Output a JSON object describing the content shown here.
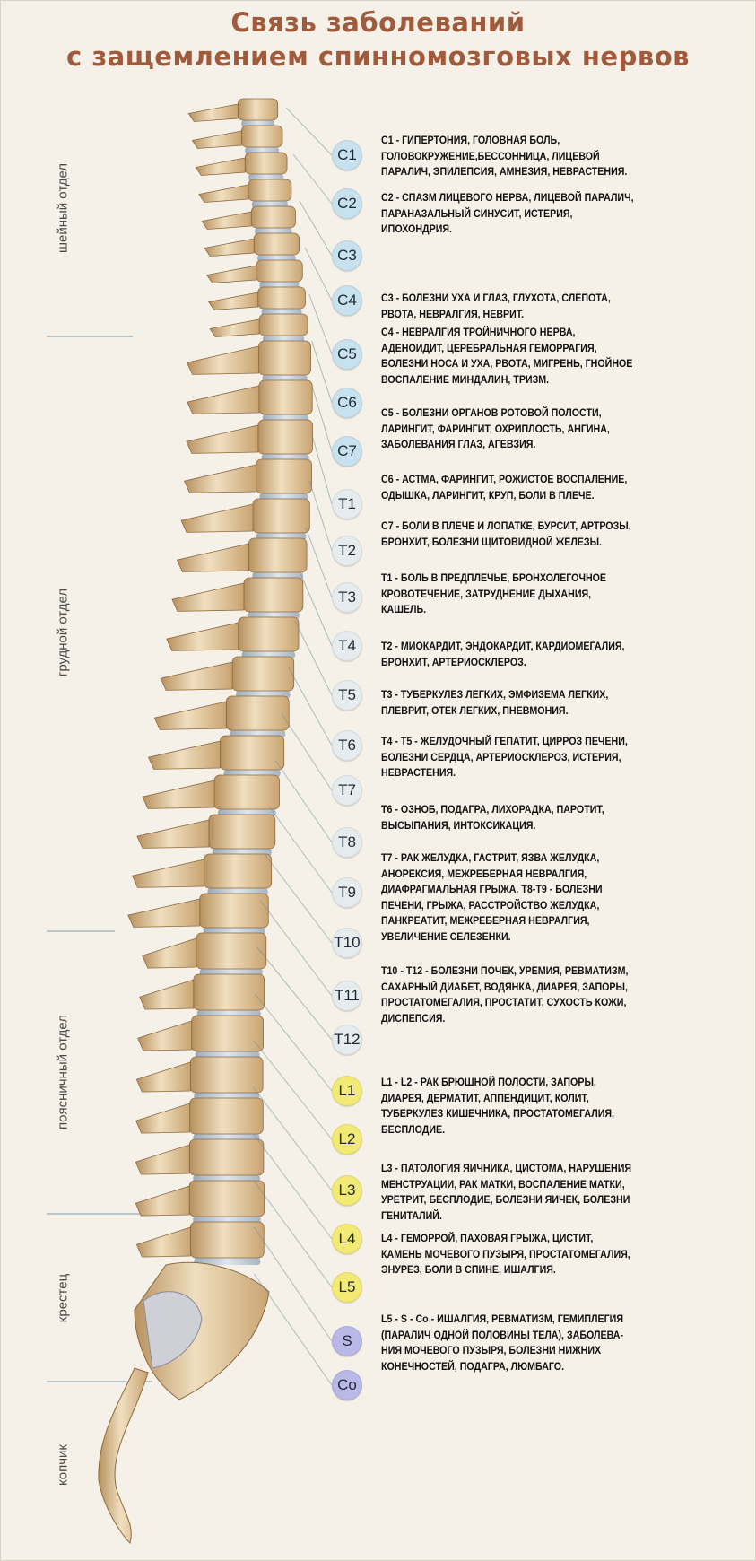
{
  "title_line1": "Связь заболеваний",
  "title_line2": "с защемлением спинномозговых нервов",
  "sections": {
    "cervical": "шейный отдел",
    "thoracic": "грудной отдел",
    "lumbar": "поясничный отдел",
    "sacrum": "крестец",
    "coccyx": "копчик"
  },
  "vertebrae": [
    "C1",
    "C2",
    "C3",
    "C4",
    "C5",
    "C6",
    "C7",
    "T1",
    "T2",
    "T3",
    "T4",
    "T5",
    "T6",
    "T7",
    "T8",
    "T9",
    "T10",
    "T11",
    "T12",
    "L1",
    "L2",
    "L3",
    "L4",
    "L5",
    "S",
    "Co"
  ],
  "descriptions": [
    "С1 - ГИПЕРТОНИЯ, ГОЛОВНАЯ БОЛЬ,\nГОЛОВОКРУЖЕНИЕ,БЕССОННИЦА, ЛИЦЕВОЙ\nПАРАЛИЧ, ЭПИЛЕПСИЯ, АМНЕЗИЯ, НЕВРАСТЕНИЯ.",
    "С2 - СПАЗМ ЛИЦЕВОГО НЕРВА, ЛИЦЕВОЙ ПАРАЛИЧ,\nПАРАНАЗАЛЬНЫЙ СИНУСИТ, ИСТЕРИЯ,\nИПОХОНДРИЯ.",
    "С3 - БОЛЕЗНИ УХА И ГЛАЗ, ГЛУХОТА, СЛЕПОТА,\nРВОТА, НЕВРАЛГИЯ, НЕВРИТ.",
    "С4 - НЕВРАЛГИЯ ТРОЙНИЧНОГО НЕРВА,\nАДЕНОИДИТ, ЦЕРЕБРАЛЬНАЯ ГЕМОРРАГИЯ,\nБОЛЕЗНИ НОСА И УХА, РВОТА, МИГРЕНЬ, ГНОЙНОЕ\nВОСПАЛЕНИЕ МИНДАЛИН, ТРИЗМ.",
    "С5 - БОЛЕЗНИ ОРГАНОВ РОТОВОЙ ПОЛОСТИ,\nЛАРИНГИТ, ФАРИНГИТ, ОХРИПЛОСТЬ, АНГИНА,\nЗАБОЛЕВАНИЯ ГЛАЗ, АГЕВЗИЯ.",
    "С6 - АСТМА, ФАРИНГИТ, РОЖИСТОЕ ВОСПАЛЕНИЕ,\nОДЫШКА, ЛАРИНГИТ, КРУП, БОЛИ В ПЛЕЧЕ.",
    "С7 - БОЛИ В ПЛЕЧЕ И ЛОПАТКЕ, БУРСИТ, АРТРОЗЫ,\nБРОНХИТ, БОЛЕЗНИ ЩИТОВИДНОЙ ЖЕЛЕЗЫ.",
    "Т1 - БОЛЬ В ПРЕДПЛЕЧЬЕ, БРОНХОЛЕГОЧНОЕ\nКРОВОТЕЧЕНИЕ, ЗАТРУДНЕНИЕ ДЫХАНИЯ,\nКАШЕЛЬ.",
    "Т2 - МИОКАРДИТ, ЭНДОКАРДИТ, КАРДИОМЕГАЛИЯ,\nБРОНХИТ, АРТЕРИОСКЛЕРОЗ.",
    "Т3 - ТУБЕРКУЛЕЗ ЛЕГКИХ, ЭМФИЗЕМА ЛЕГКИХ,\nПЛЕВРИТ, ОТЕК ЛЕГКИХ, ПНЕВМОНИЯ.",
    "Т4 - Т5 - ЖЕЛУДОЧНЫЙ ГЕПАТИТ, ЦИРРОЗ ПЕЧЕНИ,\nБОЛЕЗНИ СЕРДЦА, АРТЕРИОСКЛЕРОЗ, ИСТЕРИЯ,\nНЕВРАСТЕНИЯ.",
    "Т6 - ОЗНОБ, ПОДАГРА, ЛИХОРАДКА, ПАРОТИТ,\nВЫСЫПАНИЯ, ИНТОКСИКАЦИЯ.",
    "Т7 - РАК ЖЕЛУДКА, ГАСТРИТ, ЯЗВА ЖЕЛУДКА,\nАНОРЕКСИЯ, МЕЖРЕБЕРНАЯ НЕВРАЛГИЯ,\nДИАФРАГМАЛЬНАЯ ГРЫЖА. Т8-Т9 - БОЛЕЗНИ\nПЕЧЕНИ, ГРЫЖА, РАССТРОЙСТВО ЖЕЛУДКА,\nПАНКРЕАТИТ, МЕЖРЕБЕРНАЯ НЕВРАЛГИЯ,\nУВЕЛИЧЕНИЕ СЕЛЕЗЕНКИ.",
    "Т10 - Т12 - БОЛЕЗНИ ПОЧЕК, УРЕМИЯ, РЕВМАТИЗМ,\nСАХАРНЫЙ ДИАБЕТ, ВОДЯНКА, ДИАРЕЯ, ЗАПОРЫ,\nПРОСТАТОМЕГАЛИЯ, ПРОСТАТИТ, СУХОСТЬ КОЖИ,\nДИСПЕПСИЯ.",
    "L1 - L2 - РАК БРЮШНОЙ ПОЛОСТИ, ЗАПОРЫ,\nДИАРЕЯ, ДЕРМАТИТ, АППЕНДИЦИТ, КОЛИТ,\nТУБЕРКУЛЕЗ КИШЕЧНИКА, ПРОСТАТОМЕГАЛИЯ,\nБЕСПЛОДИЕ.",
    "L3 - ПАТОЛОГИЯ ЯИЧНИКА, ЦИСТОМА, НАРУШЕНИЯ\nМЕНСТРУАЦИИ, РАК МАТКИ, ВОСПАЛЕНИЕ МАТКИ,\nУРЕТРИТ, БЕСПЛОДИЕ, БОЛЕЗНИ ЯИЧЕК, БОЛЕЗНИ\nГЕНИТАЛИЙ.",
    "L4 - ГЕМОРРОЙ, ПАХОВАЯ ГРЫЖА, ЦИСТИТ,\nКАМЕНЬ МОЧЕВОГО ПУЗЫРЯ, ПРОСТАТОМЕГАЛИЯ,\nЭНУРЕЗ, БОЛИ В СПИНЕ, ИШАЛГИЯ.",
    "L5 - S - Co - ИШАЛГИЯ, РЕВМАТИЗМ, ГЕМИПЛЕГИЯ\n(ПАРАЛИЧ ОДНОЙ ПОЛОВИНЫ ТЕЛА), ЗАБОЛЕВА-\nНИЯ МОЧЕВОГО ПУЗЫРЯ, БОЛЕЗНИ НИЖНИХ\nКОНЕЧНОСТЕЙ, ПОДАГРА, ЛЮМБАГО."
  ],
  "colors": {
    "cervical": "#c7e1ee",
    "thoracic": "#e6ebee",
    "lumbar": "#f2ea74",
    "sacral": "#b9b8e6",
    "bone": "#e8d3ae",
    "title": "#a05a3c"
  }
}
